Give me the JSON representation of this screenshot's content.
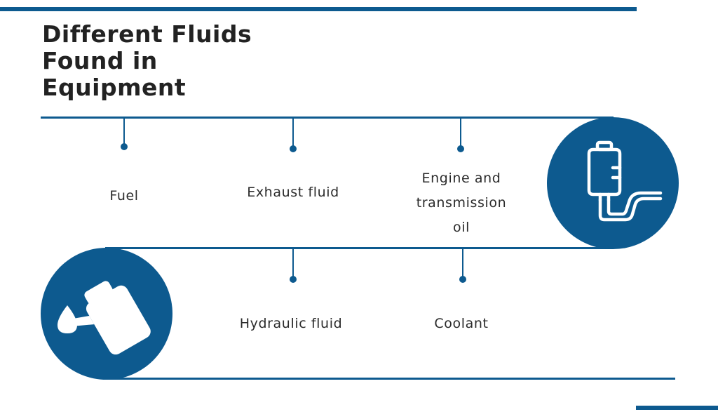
{
  "title": {
    "line1": "Different Fluids",
    "line2": "Found in",
    "line3": "Equipment"
  },
  "items": [
    {
      "label": "Fuel"
    },
    {
      "label": "Exhaust fluid"
    },
    {
      "label_lines": [
        "Engine and",
        "transmission",
        "oil"
      ]
    },
    {
      "label": "Hydraulic fluid"
    },
    {
      "label": "Coolant"
    }
  ],
  "icons": {
    "top_right": "fuel-pump-icon",
    "bottom_left": "oil-can-icon"
  },
  "colors": {
    "accent": "#0d5a8f",
    "text": "#222222"
  }
}
